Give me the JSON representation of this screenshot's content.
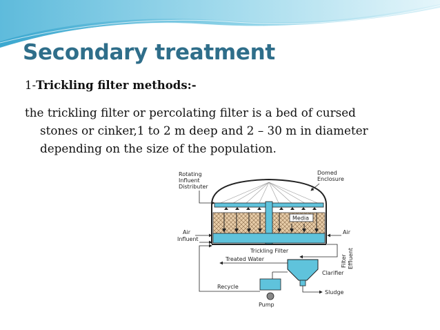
{
  "slide": {
    "title": "Secondary treatment",
    "subtitle_number": "1-",
    "subtitle_bold": "Trickling filter methods:-",
    "paragraph": {
      "line1": "the trickling filter or percolating filter is a bed of cursed",
      "line2": "stones or cinker,1 to 2 m deep and 2 – 30 m in diameter",
      "line3": "depending on the size of the population."
    }
  },
  "diagram": {
    "labels": {
      "rotating": "Rotating",
      "influent_1": "Influent",
      "distributer": "Distributer",
      "domed": "Domed",
      "enclosure": "Enclosure",
      "media": "Media",
      "air_left": "Air",
      "influent_2": "Influent",
      "air_right": "Air",
      "trickling_filter": "Trickling Filter",
      "filter": "Filter",
      "effluent": "Effluent",
      "treated_water": "Treated Water",
      "clarifier": "Clarifier",
      "recycle": "Recycle",
      "sludge": "Sludge",
      "pump": "Pump"
    },
    "colors": {
      "water": "#5fc3dc",
      "media": "#e6c9a6",
      "outline": "#222222"
    }
  },
  "theme": {
    "title_color": "#2f6e8a",
    "wave_color": "#7ecbe3"
  }
}
